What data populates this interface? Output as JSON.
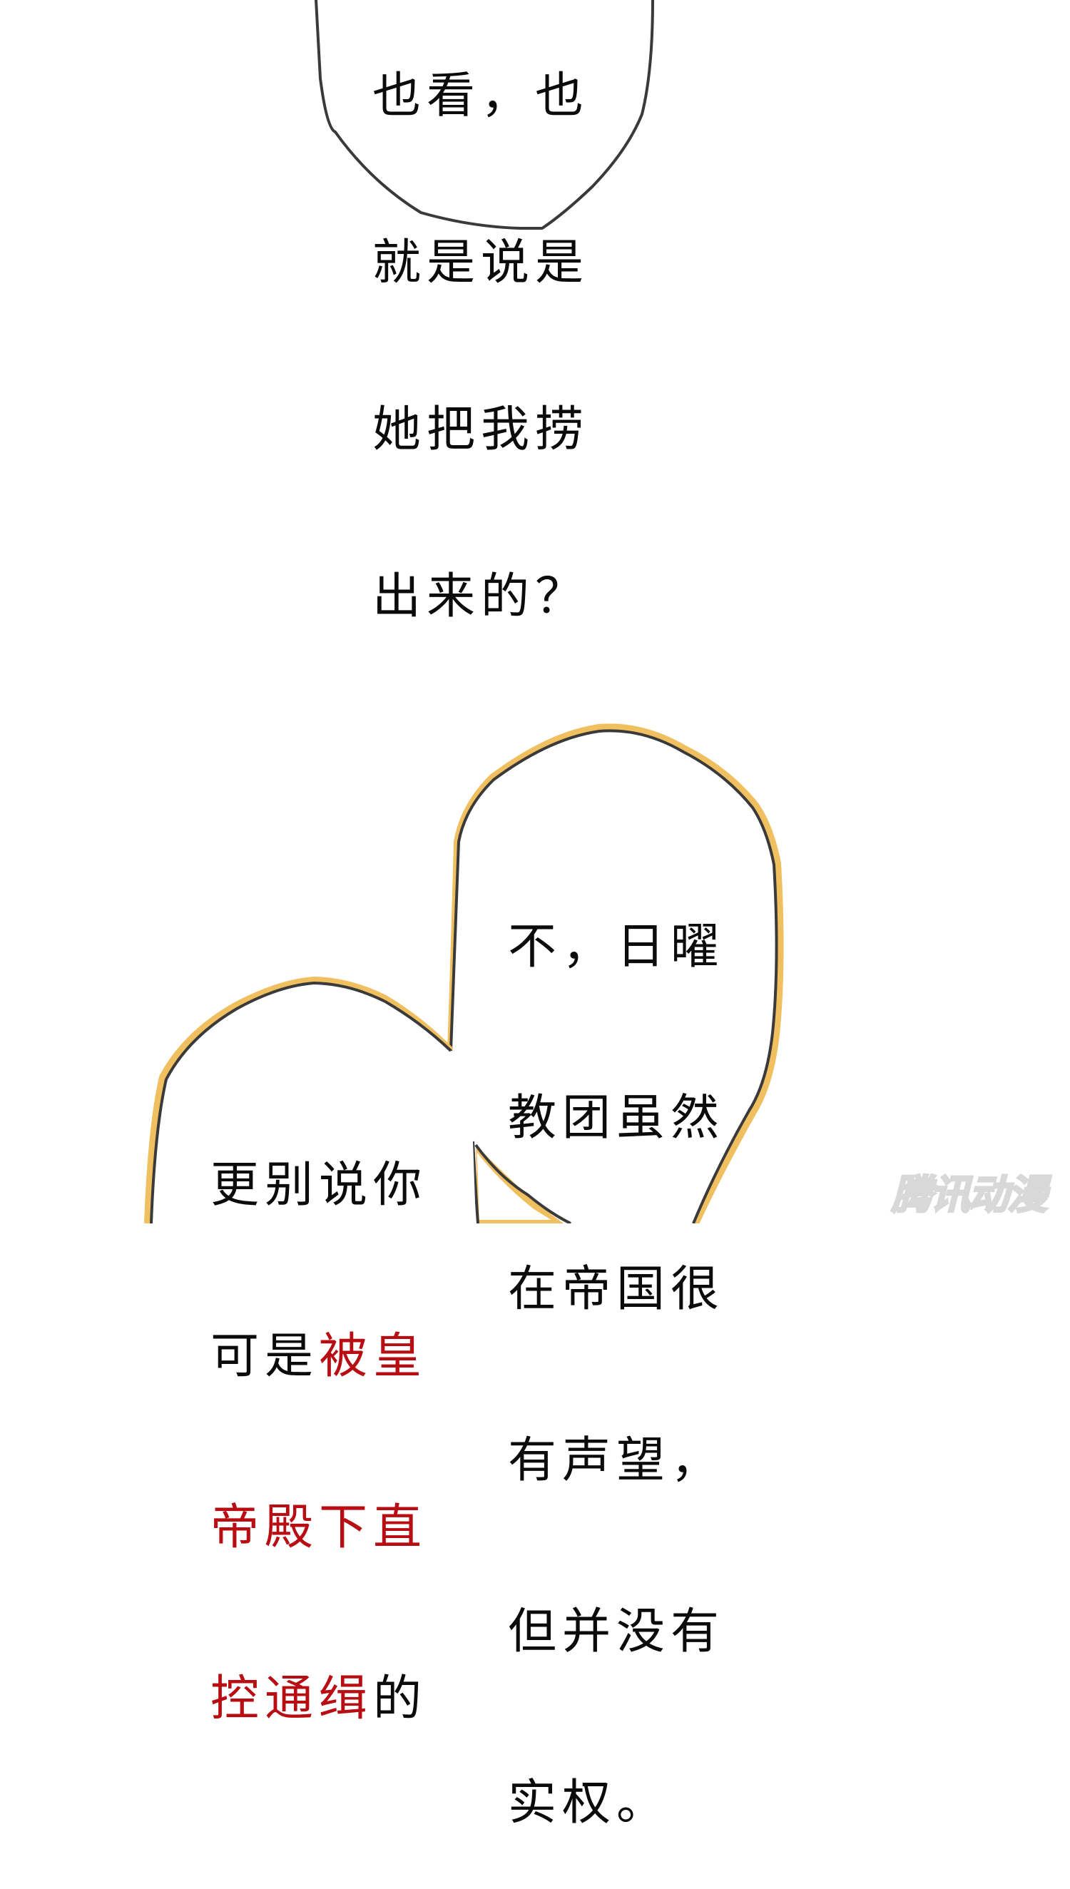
{
  "page": {
    "background": "#ffffff"
  },
  "bubbles": {
    "top": {
      "border_color": "#3a3a3a",
      "lines": [
        {
          "segments": [
            {
              "text": "也看，也",
              "color": "#0b0b0b"
            }
          ]
        },
        {
          "segments": [
            {
              "text": "就是说是",
              "color": "#0b0b0b"
            }
          ]
        },
        {
          "segments": [
            {
              "text": "她把我捞",
              "color": "#0b0b0b"
            }
          ]
        },
        {
          "segments": [
            {
              "text": "出来的？",
              "color": "#0b0b0b"
            }
          ]
        }
      ]
    },
    "right": {
      "border_color": "#3a3a3a",
      "outline_color": "#f0c060",
      "lines": [
        {
          "segments": [
            {
              "text": "不，日曜",
              "color": "#0b0b0b"
            }
          ]
        },
        {
          "segments": [
            {
              "text": "教团虽然",
              "color": "#0b0b0b"
            }
          ]
        },
        {
          "segments": [
            {
              "text": "在帝国很",
              "color": "#0b0b0b"
            }
          ]
        },
        {
          "segments": [
            {
              "text": "有声望，",
              "color": "#0b0b0b"
            }
          ]
        },
        {
          "segments": [
            {
              "text": "但并没有",
              "color": "#0b0b0b"
            }
          ]
        },
        {
          "segments": [
            {
              "text": "实权。",
              "color": "#0b0b0b"
            }
          ]
        }
      ]
    },
    "left": {
      "border_color": "#3a3a3a",
      "outline_color": "#f0c060",
      "lines": [
        {
          "segments": [
            {
              "text": "更别说你",
              "color": "#0b0b0b"
            }
          ]
        },
        {
          "segments": [
            {
              "text": "可是",
              "color": "#0b0b0b"
            },
            {
              "text": "被皇",
              "color": "#b80d12"
            }
          ]
        },
        {
          "segments": [
            {
              "text": "帝殿下直",
              "color": "#b80d12"
            }
          ]
        },
        {
          "segments": [
            {
              "text": "控通缉",
              "color": "#b80d12"
            },
            {
              "text": "的",
              "color": "#0b0b0b"
            }
          ]
        }
      ]
    }
  },
  "top_line_0": "也看，也",
  "top_line_1": "就是说是",
  "top_line_2": "她把我捞",
  "top_line_3": "出来的？",
  "right_line_0": "不，日曜",
  "right_line_1": "教团虽然",
  "right_line_2": "在帝国很",
  "right_line_3": "有声望，",
  "right_line_4": "但并没有",
  "right_line_5": "实权。",
  "left_line_0": "更别说你",
  "left_line_1_black": "可是",
  "left_line_1_red": "被皇",
  "left_line_2_red": "帝殿下直",
  "left_line_3_red": "控通缉",
  "left_line_3_black": "的",
  "watermark": {
    "text": "腾讯动漫",
    "color": "#d8d8d8"
  }
}
